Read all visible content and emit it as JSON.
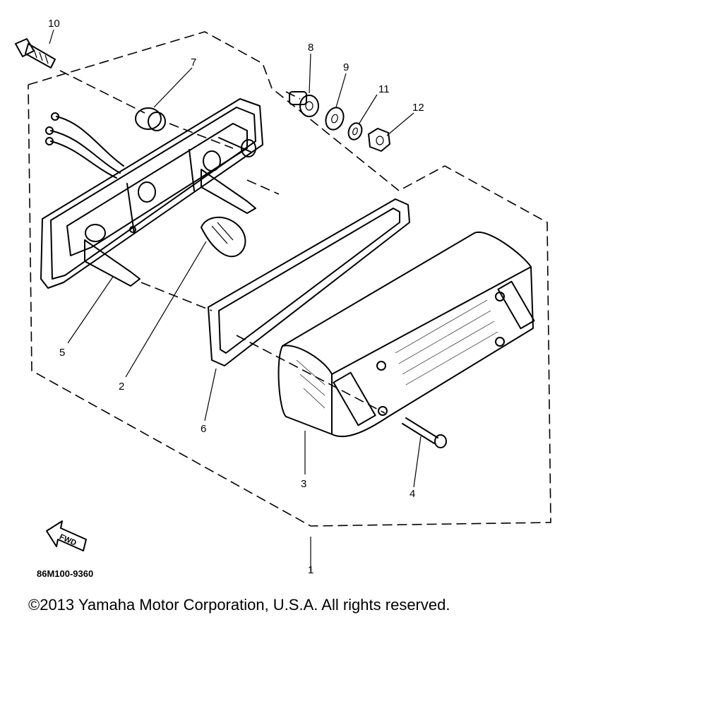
{
  "diagram": {
    "callouts": [
      {
        "id": "1",
        "text": "1"
      },
      {
        "id": "2",
        "text": "2"
      },
      {
        "id": "3",
        "text": "3"
      },
      {
        "id": "4",
        "text": "4"
      },
      {
        "id": "5",
        "text": "5"
      },
      {
        "id": "6",
        "text": "6"
      },
      {
        "id": "7",
        "text": "7"
      },
      {
        "id": "8",
        "text": "8"
      },
      {
        "id": "9",
        "text": "9"
      },
      {
        "id": "10",
        "text": "10"
      },
      {
        "id": "11",
        "text": "11"
      },
      {
        "id": "12",
        "text": "12"
      }
    ],
    "fwd_label": "FWD",
    "diagram_code": "86M100-9360"
  },
  "footer": {
    "copyright": "©2013 Yamaha Motor Corporation, U.S.A. All rights reserved."
  }
}
